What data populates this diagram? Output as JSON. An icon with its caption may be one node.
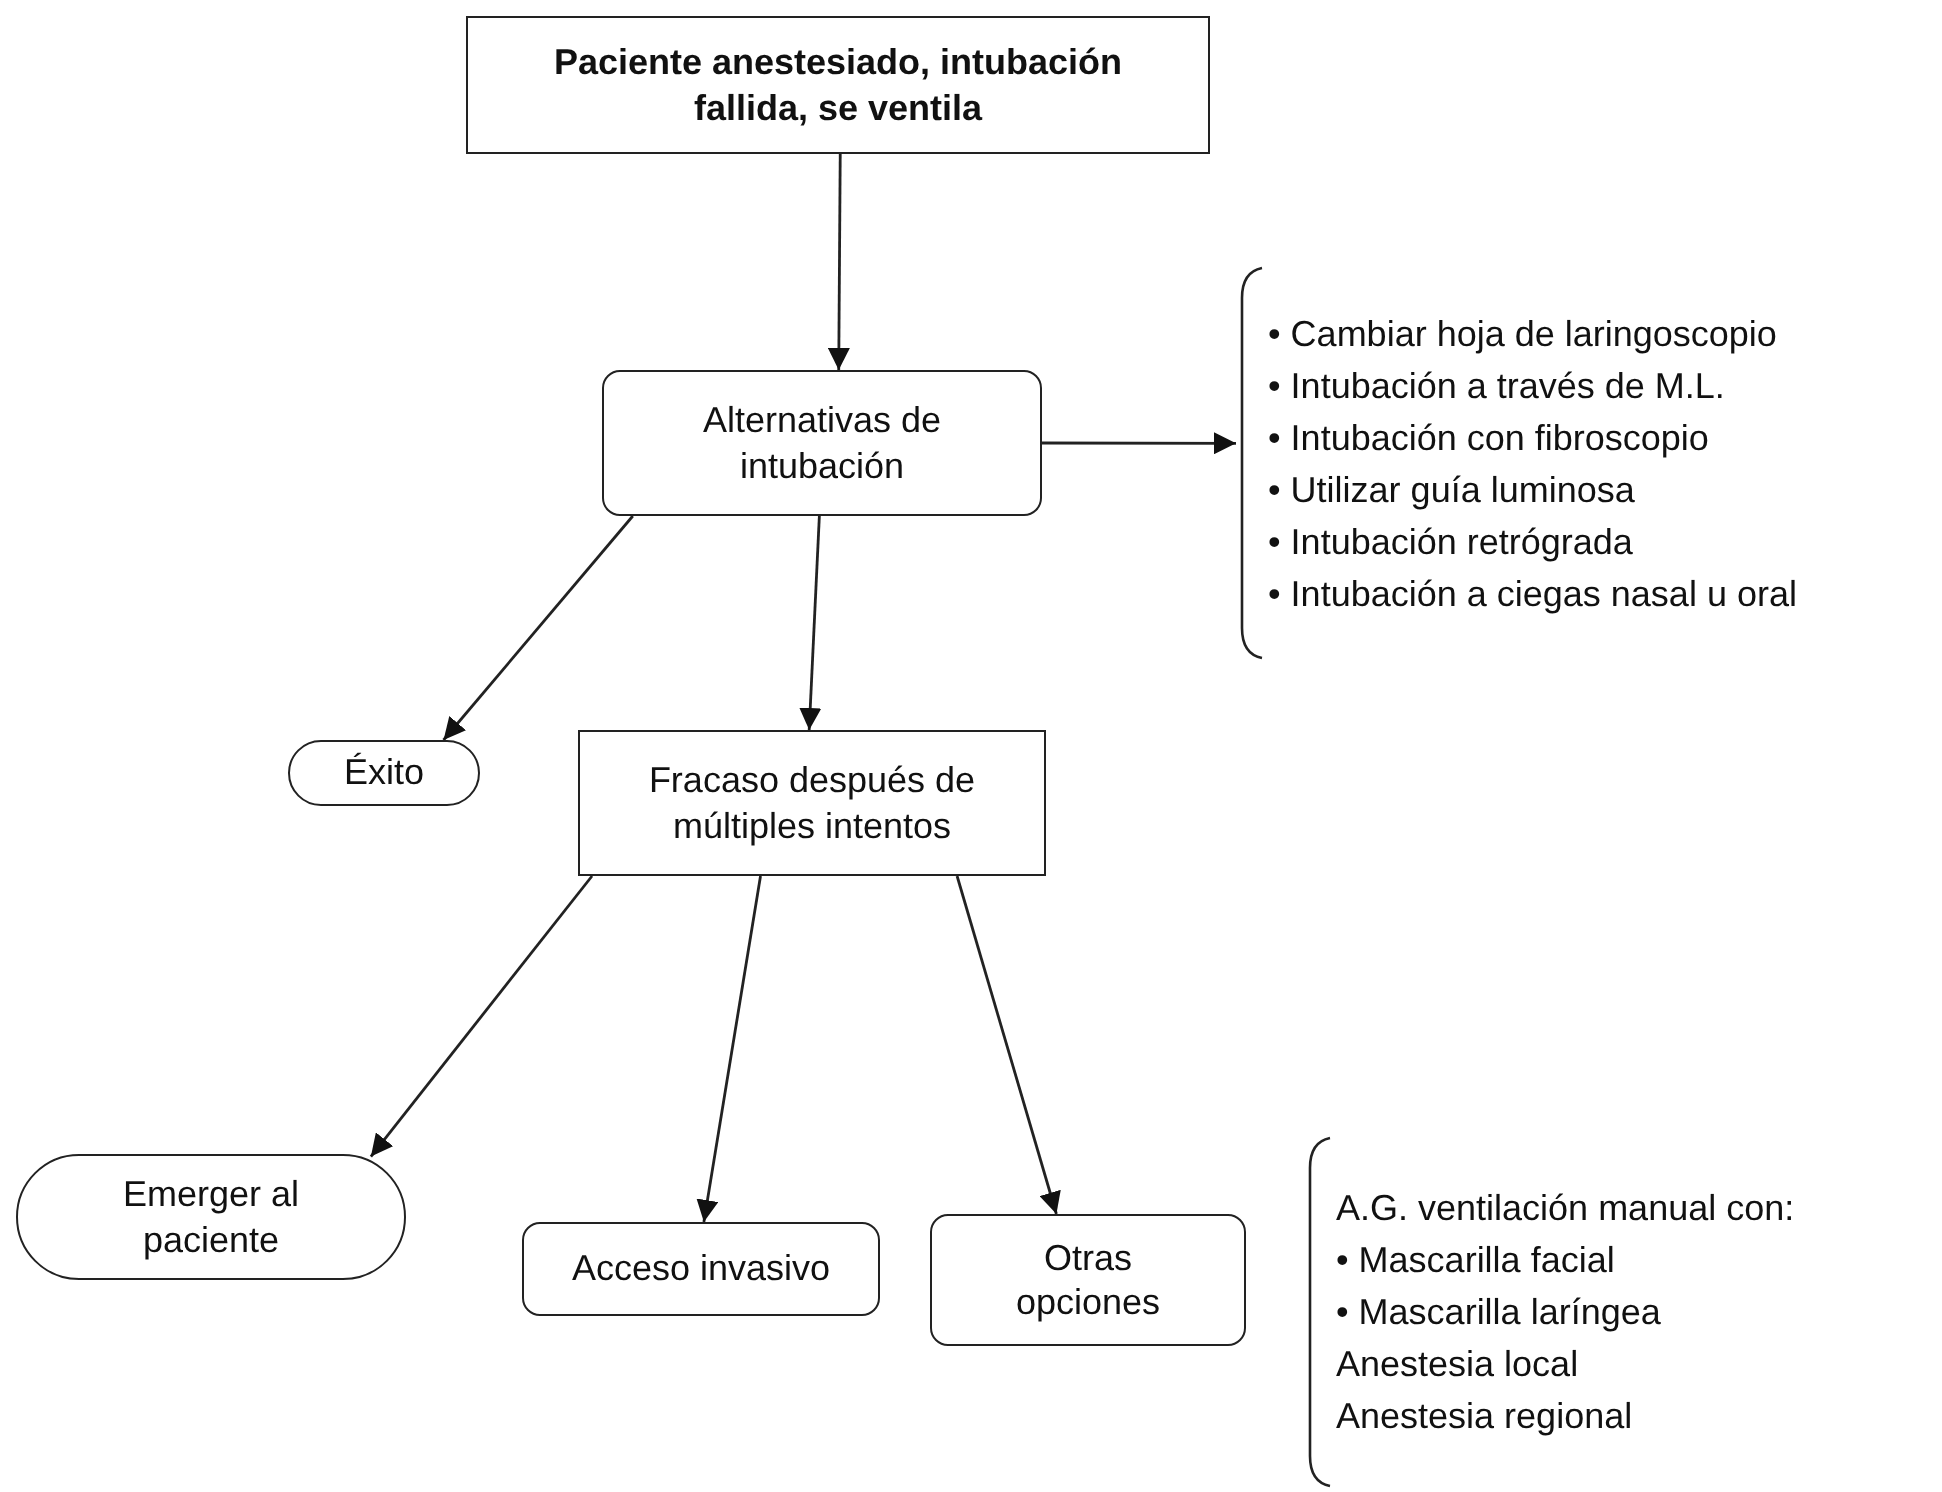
{
  "diagram": {
    "nodes": [
      {
        "text": [
          "Paciente anestesiado, intubación fallida, se ventila"
        ]
      },
      {
        "text": [
          "Alternativas de intubación"
        ]
      },
      {
        "text": [
          "• Cambiar hoja de laringoscopio",
          "• Intubación a través de M.L.",
          "• Intubación con fibroscopio",
          "• Utilizar guía luminosa",
          "• Intubación retrógrada",
          "• Intubación a ciegas nasal u oral"
        ]
      },
      {
        "text": [
          "Éxito"
        ]
      },
      {
        "text": [
          "Fracaso después de múltiples intentos"
        ]
      },
      {
        "text": [
          "Emerger al paciente"
        ]
      },
      {
        "text": [
          "Acceso invasivo"
        ]
      },
      {
        "text": [
          "Otras opciones"
        ]
      },
      {
        "text": [
          "A.G. ventilación manual con:",
          "• Mascarilla facial",
          "• Mascarilla laríngea",
          "Anestesia local",
          "Anestesia regional"
        ]
      }
    ],
    "edges": [
      {
        "from": 0,
        "to": 1,
        "arrow": "to"
      },
      {
        "from": 1,
        "to": 2,
        "arrow": "to"
      },
      {
        "from": 1,
        "to": 3,
        "arrow": "to"
      },
      {
        "from": 1,
        "to": 4,
        "arrow": "to"
      },
      {
        "from": 4,
        "to": 5,
        "arrow": "to"
      },
      {
        "from": 4,
        "to": 6,
        "arrow": "to"
      },
      {
        "from": 4,
        "to": 7,
        "arrow": "to"
      }
    ]
  }
}
